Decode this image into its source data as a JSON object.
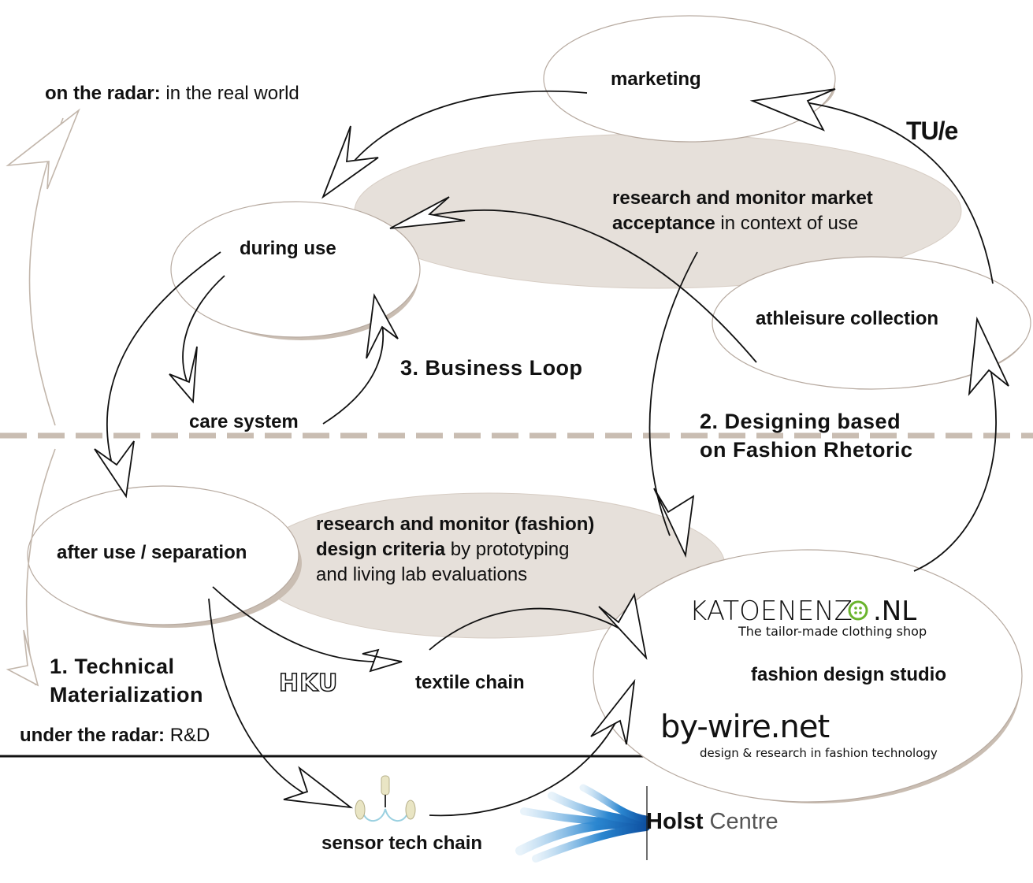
{
  "colors": {
    "ellipse_fill": "#e6e0da",
    "ellipse_shadow": "#c9bdb2",
    "ellipse_stroke": "#b7aaa0",
    "arrow_dark": "#111111",
    "arrow_light": "#c2b6ab",
    "divider_dashed": "#c9bdb2",
    "holst_blue": "#1f78c8",
    "katoen_green": "#6ab42d"
  },
  "nodes": {
    "marketing": "marketing",
    "during_use": "during use",
    "care_system": "care system",
    "athleisure": "athleisure collection",
    "after_use": "after use / separation",
    "textile_chain": "textile chain",
    "sensor_chain": "sensor tech chain",
    "fashion_studio": "fashion design studio"
  },
  "research_boxes": {
    "market": {
      "line1_bold": "research and monitor market",
      "line2_bold": "acceptance",
      "line2_rest": " in context of use"
    },
    "design": {
      "line1_bold": "research and monitor (fashion)",
      "line2_bold": "design criteria",
      "line2_rest": " by prototyping",
      "line3": "and living lab evaluations"
    }
  },
  "loops": {
    "business": "3. Business Loop",
    "designing_line1": "2. Designing based",
    "designing_line2": "on Fashion Rhetoric",
    "technical_line1": "1. Technical",
    "technical_line2": "Materialization"
  },
  "radar": {
    "on_bold": "on the radar:",
    "on_rest": " in the real world",
    "under_bold": "under the radar:",
    "under_rest": " R&D"
  },
  "logos": {
    "tue": "TU/e",
    "hku": "HKU",
    "katoen_main_a": "KATOENENZ",
    "katoen_main_b": ".NL",
    "katoen_tagline": "The tailor-made clothing shop",
    "bywire_main": "by-wire.net",
    "bywire_tagline": "design & research in fashion technology",
    "holst_bold": "Holst",
    "holst_rest": " Centre"
  }
}
